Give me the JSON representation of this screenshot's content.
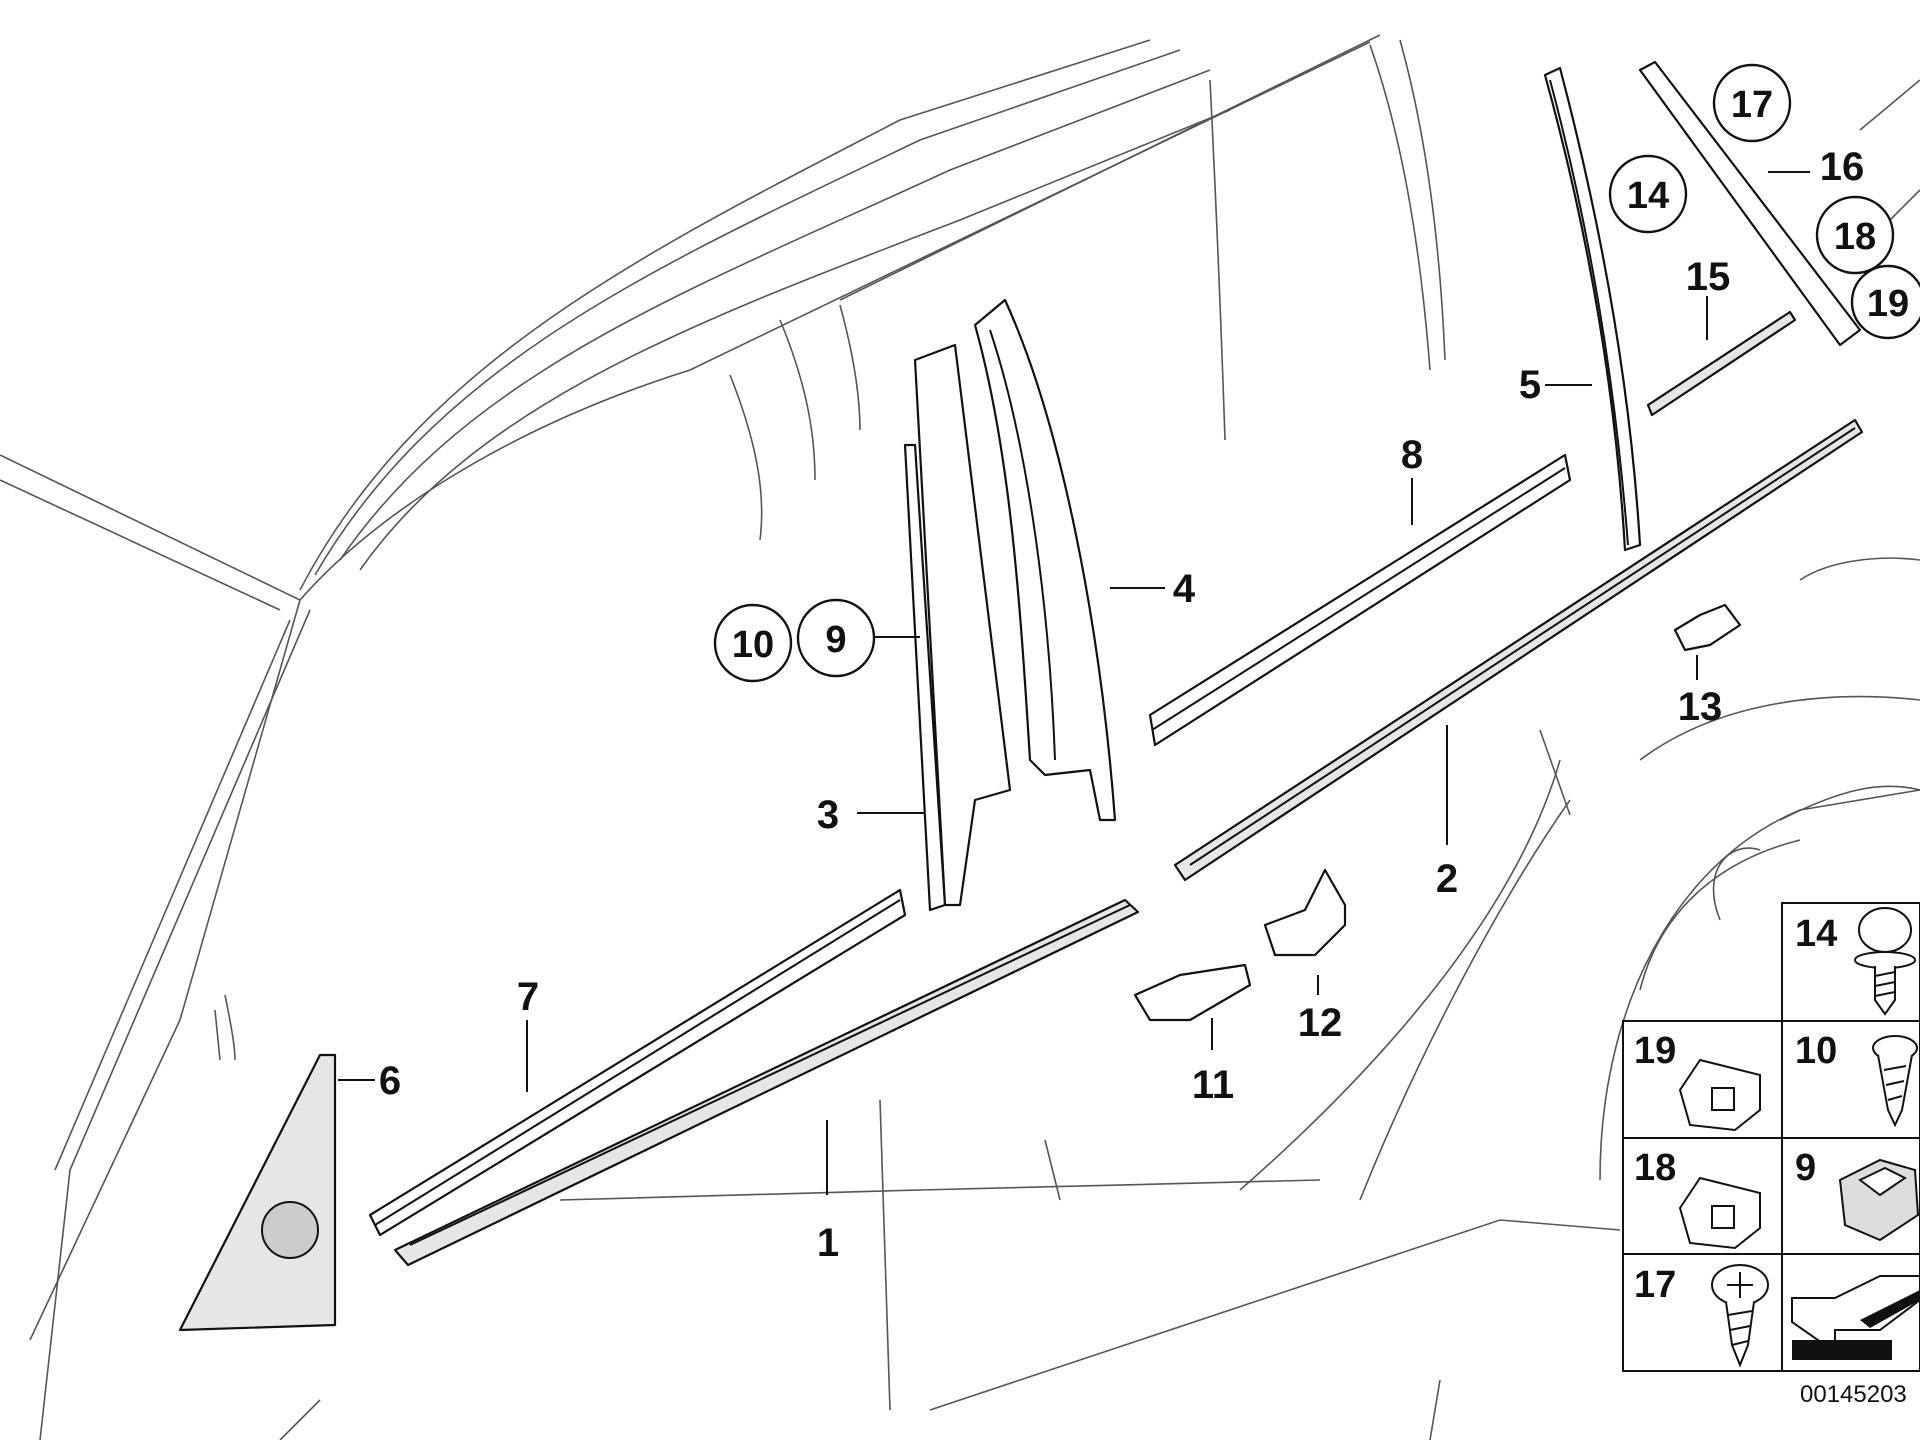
{
  "callouts": {
    "p1": "1",
    "p2": "2",
    "p3": "3",
    "p4": "4",
    "p5": "5",
    "p6": "6",
    "p7": "7",
    "p8": "8",
    "p9": "9",
    "p10": "10",
    "p11": "11",
    "p12": "12",
    "p13": "13",
    "p14": "14",
    "p15": "15",
    "p16": "16",
    "p17": "17",
    "p18": "18",
    "p19": "19"
  },
  "legend": {
    "c14": "14",
    "c19": "19",
    "c10": "10",
    "c18": "18",
    "c9": "9",
    "c17": "17"
  },
  "reference_number": "00145203"
}
